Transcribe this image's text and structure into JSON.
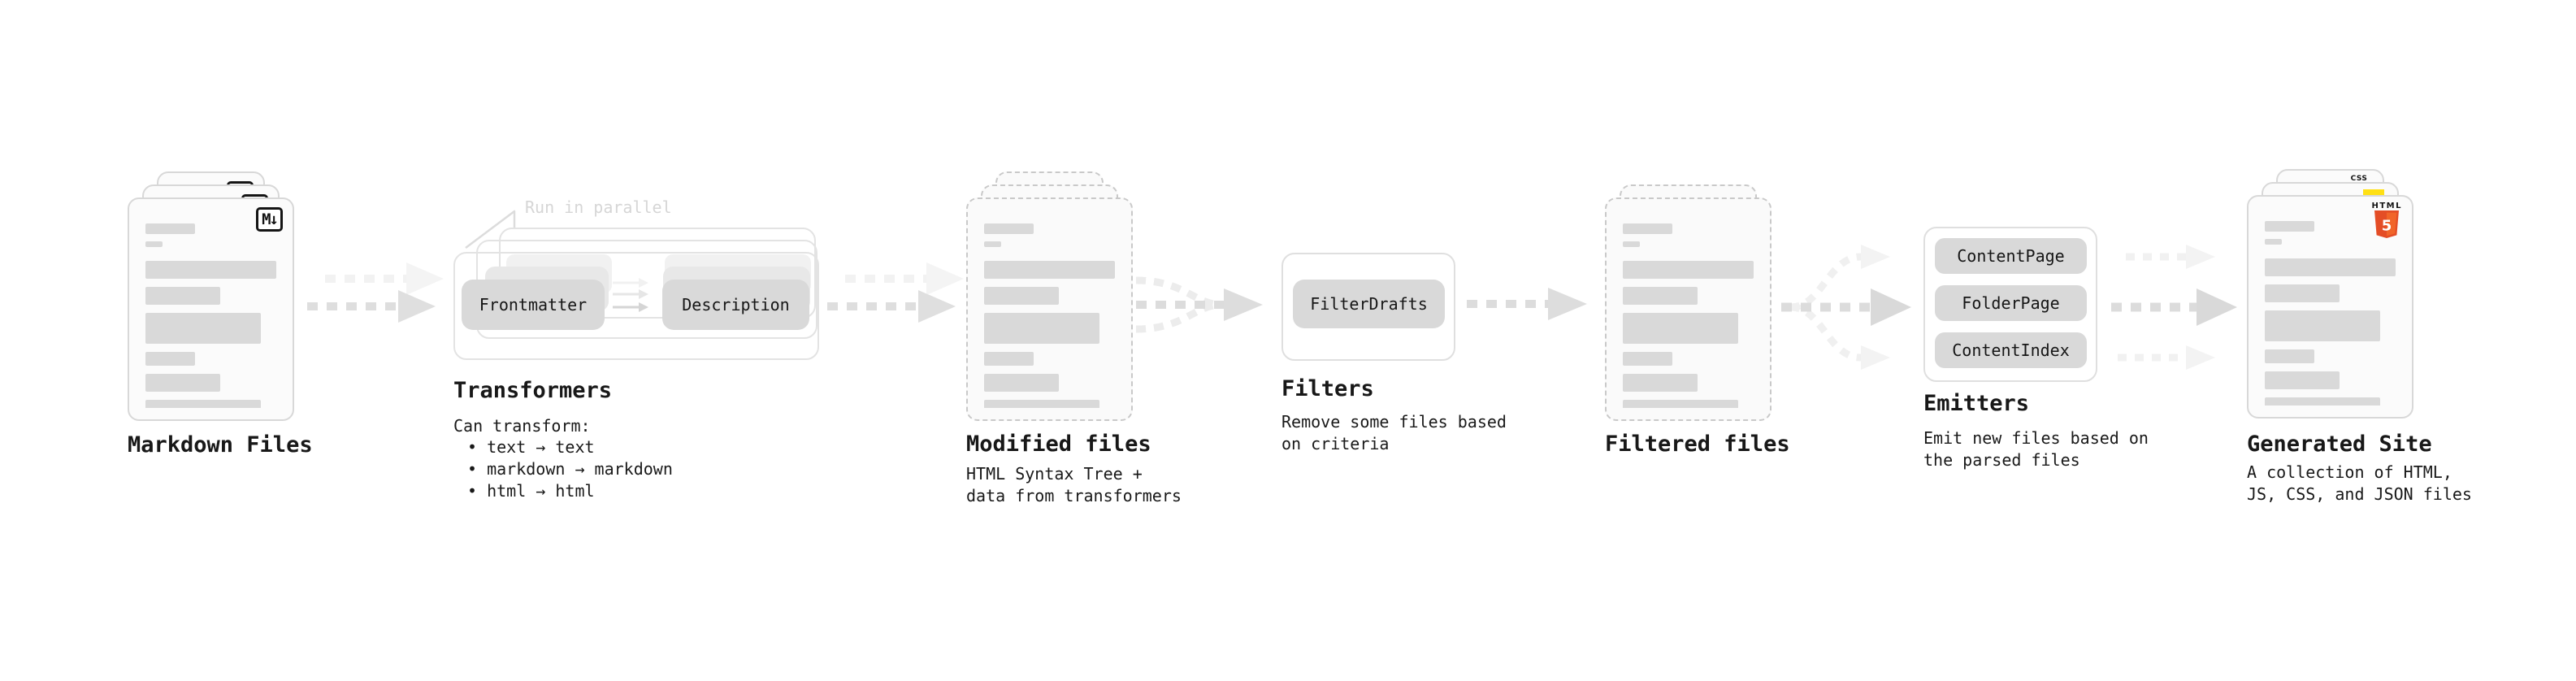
{
  "colors": {
    "bar_gray": "#d9d9d9",
    "button_gray": "#d9d9d9",
    "text_dark": "#1a1a1a",
    "note_muted": "#d6d6d6",
    "html5_shield": "#e44d26",
    "html5_shield_light": "#f16529",
    "js_yellow": "#ffe014",
    "css_blue": "#2760e5"
  },
  "skeleton_bars": [
    {
      "w": 38,
      "h": 13,
      "mt": 0
    },
    {
      "w": 13,
      "h": 7,
      "mt": 9
    },
    {
      "w": 100,
      "h": 22,
      "mt": 17
    },
    {
      "w": 57,
      "h": 22,
      "mt": 10
    },
    {
      "w": 88,
      "h": 38,
      "mt": 10
    },
    {
      "w": 38,
      "h": 17,
      "mt": 10
    },
    {
      "w": 57,
      "h": 22,
      "mt": 10
    },
    {
      "w": 88,
      "h": 17,
      "mt": 10
    }
  ],
  "sections": {
    "markdown_files": {
      "label": "Markdown Files",
      "badge": "M↓"
    },
    "transformers": {
      "label": "Transformers",
      "note": "Run in parallel",
      "input_box": "Frontmatter",
      "output_box": "Description",
      "subtitle": "Can transform:",
      "bullets": [
        "• text → text",
        "• markdown → markdown",
        "• html → html"
      ]
    },
    "modified_files": {
      "label": "Modified files",
      "subtitle": "HTML Syntax Tree +\ndata from transformers"
    },
    "filters": {
      "label": "Filters",
      "box": "FilterDrafts",
      "subtitle": "Remove some files based\non criteria"
    },
    "filtered_files": {
      "label": "Filtered files"
    },
    "emitters": {
      "label": "Emitters",
      "boxes": [
        "ContentPage",
        "FolderPage",
        "ContentIndex"
      ],
      "subtitle": "Emit new files based on\nthe parsed files"
    },
    "generated_site": {
      "label": "Generated Site",
      "subtitle": "A collection of HTML,\nJS, CSS, and JSON files",
      "badges": {
        "css": "CSS",
        "html": "HTML",
        "html_number": "5"
      }
    }
  }
}
